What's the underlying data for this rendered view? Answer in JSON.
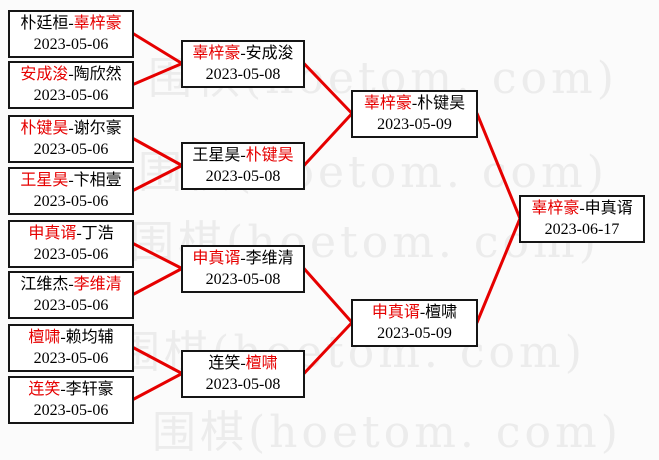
{
  "watermark": {
    "text": "围棋(hoetom. com)"
  },
  "colors": {
    "line_red": "#e60000",
    "winner_red": "#e60000",
    "text_black": "#000000",
    "box_border": "#151515"
  },
  "bracket": {
    "round1": [
      {
        "seg1": {
          "text": "朴廷桓-",
          "cls": "blk"
        },
        "seg2": {
          "text": "辜梓豪",
          "cls": "red"
        },
        "date": "2023-05-06"
      },
      {
        "seg1": {
          "text": "安成浚",
          "cls": "red"
        },
        "seg2": {
          "text": "-陶欣然",
          "cls": "blk"
        },
        "date": "2023-05-06"
      },
      {
        "seg1": {
          "text": "朴键昊",
          "cls": "red"
        },
        "seg2": {
          "text": "-谢尔豪",
          "cls": "blk"
        },
        "date": "2023-05-06"
      },
      {
        "seg1": {
          "text": "王星昊",
          "cls": "red"
        },
        "seg2": {
          "text": "-卞相壹",
          "cls": "blk"
        },
        "date": "2023-05-06"
      },
      {
        "seg1": {
          "text": "申真谞",
          "cls": "red"
        },
        "seg2": {
          "text": "-丁浩",
          "cls": "blk"
        },
        "date": "2023-05-06"
      },
      {
        "seg1": {
          "text": "江维杰-",
          "cls": "blk"
        },
        "seg2": {
          "text": "李维清",
          "cls": "red"
        },
        "date": "2023-05-06"
      },
      {
        "seg1": {
          "text": "檀啸",
          "cls": "red"
        },
        "seg2": {
          "text": "-赖均辅",
          "cls": "blk"
        },
        "date": "2023-05-06"
      },
      {
        "seg1": {
          "text": "连笑",
          "cls": "red"
        },
        "seg2": {
          "text": "-李轩豪",
          "cls": "blk"
        },
        "date": "2023-05-06"
      }
    ],
    "round2": [
      {
        "seg1": {
          "text": "辜梓豪",
          "cls": "red"
        },
        "seg2": {
          "text": "-安成浚",
          "cls": "blk"
        },
        "date": "2023-05-08"
      },
      {
        "seg1": {
          "text": "王星昊-",
          "cls": "blk"
        },
        "seg2": {
          "text": "朴键昊",
          "cls": "red"
        },
        "date": "2023-05-08"
      },
      {
        "seg1": {
          "text": "申真谞",
          "cls": "red"
        },
        "seg2": {
          "text": "-李维清",
          "cls": "blk"
        },
        "date": "2023-05-08"
      },
      {
        "seg1": {
          "text": "连笑-",
          "cls": "blk"
        },
        "seg2": {
          "text": "檀啸",
          "cls": "red"
        },
        "date": "2023-05-08"
      }
    ],
    "semifinals": [
      {
        "seg1": {
          "text": "辜梓豪",
          "cls": "red"
        },
        "seg2": {
          "text": "-朴键昊",
          "cls": "blk"
        },
        "date": "2023-05-09"
      },
      {
        "seg1": {
          "text": "申真谞",
          "cls": "red"
        },
        "seg2": {
          "text": "-檀啸",
          "cls": "blk"
        },
        "date": "2023-05-09"
      }
    ],
    "final": {
      "seg1": {
        "text": "辜梓豪",
        "cls": "red"
      },
      "seg2": {
        "text": "-申真谞",
        "cls": "blk"
      },
      "date": "2023-06-17"
    }
  }
}
